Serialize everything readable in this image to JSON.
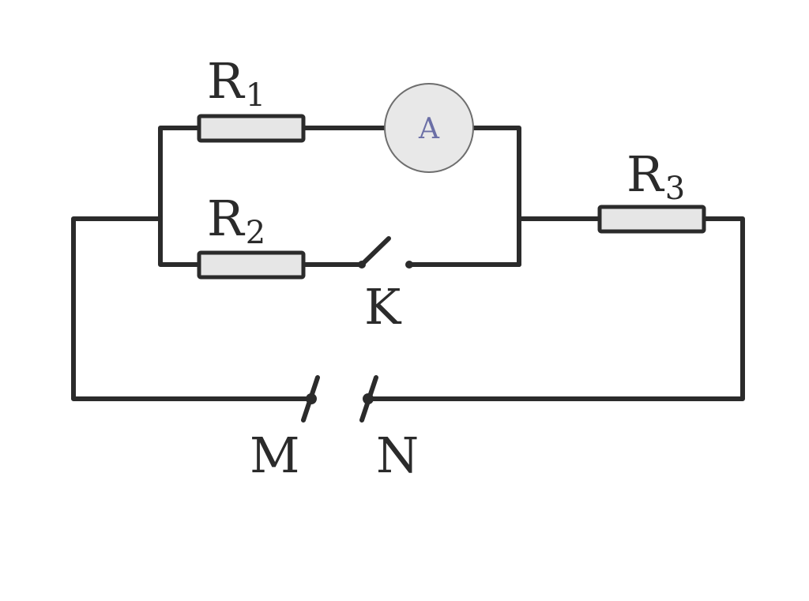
{
  "diagram": {
    "resistors": [
      {
        "name": "R",
        "subscript": "1"
      },
      {
        "name": "R",
        "subscript": "2"
      },
      {
        "name": "R",
        "subscript": "3"
      }
    ],
    "ammeter": {
      "label": "A"
    },
    "switch": {
      "label": "K"
    },
    "terminals": [
      {
        "label": "M"
      },
      {
        "label": "N"
      }
    ]
  }
}
